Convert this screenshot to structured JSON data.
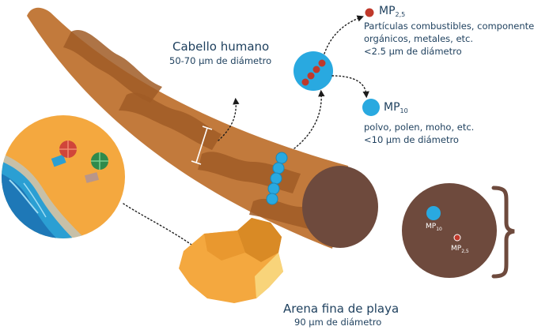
{
  "hair": {
    "title": "Cabello humano",
    "subtitle": "50-70 µm de diámetro"
  },
  "mp25": {
    "label_main": "MP",
    "label_sub": "2,5",
    "desc_line1": "Partículas combustibles, componentes",
    "desc_line2": "orgánicos, metales, etc.",
    "size": "<2.5 µm de diámetro"
  },
  "mp10": {
    "label_main": "MP",
    "label_sub": "10",
    "desc_line1": "polvo, polen, moho, etc.",
    "size": "<10 µm de diámetro"
  },
  "sand": {
    "title": "Arena fina de playa",
    "subtitle": "90 µm de diámetro"
  },
  "compare": {
    "mp10_main": "MP",
    "mp10_sub": "10",
    "mp25_main": "MP",
    "mp25_sub": "2,5"
  },
  "colors": {
    "hair_orange": "#c27a3c",
    "hair_dark": "#a05c26",
    "hair_cut": "#6e4a3d",
    "mp10_blue": "#29a9e0",
    "mp25_red": "#c0392b",
    "sand": "#f4a83f",
    "text": "#1d3f5d"
  }
}
